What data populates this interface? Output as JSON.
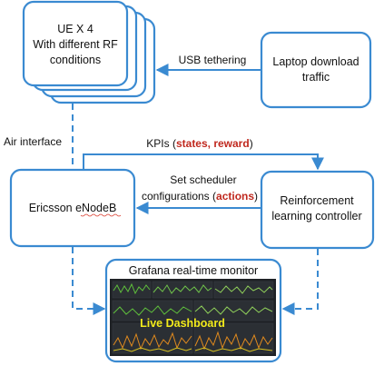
{
  "nodes": {
    "ue": {
      "line1": "UE X 4",
      "line2": "With different RF",
      "line3": "conditions"
    },
    "laptop": {
      "line1": "Laptop download",
      "line2": "traffic"
    },
    "enodeb": {
      "label": "Ericsson eNodeB"
    },
    "rl_controller": {
      "line1": "Reinforcement",
      "line2": "learning controller"
    },
    "grafana": {
      "title": "Grafana real-time monitor",
      "dashboard_label": "Live Dashboard"
    }
  },
  "edges": {
    "usb": {
      "label": "USB tethering"
    },
    "air": {
      "label": "Air interface"
    },
    "kpis": {
      "prefix": "KPIs (",
      "highlight": "states, reward",
      "suffix": ")"
    },
    "scheduler": {
      "line1": "Set scheduler",
      "line2_prefix": "configurations (",
      "line2_highlight": "actions",
      "line2_suffix": ")"
    }
  },
  "colors": {
    "box_stroke": "#3a8ad1",
    "highlight_text": "#c0281e",
    "dashboard_bg": "#1f2226",
    "dashboard_label": "#f2ea1b"
  }
}
